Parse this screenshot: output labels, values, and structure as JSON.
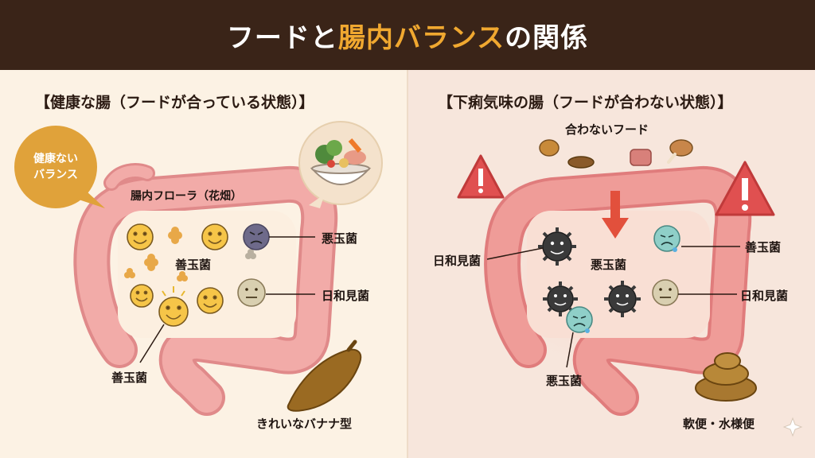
{
  "header": {
    "title_part1": "フードと",
    "title_accent": "腸内バランス",
    "title_part2": "の関係"
  },
  "left": {
    "title": "【健康な腸（フードが合っている状態）】",
    "bubble_line1": "健康ない",
    "bubble_line2": "バランス",
    "flora_label": "腸内フローラ（花畑）",
    "label_bad": "悪玉菌",
    "label_good_center": "善玉菌",
    "label_neutral": "日和見菌",
    "label_good_bottom": "善玉菌",
    "stool_label": "きれいなバナナ型"
  },
  "right": {
    "title": "【下痢気味の腸（フードが合わない状態）】",
    "food_label": "合わないフード",
    "label_neutral_left": "日和見菌",
    "label_bad_center": "悪玉菌",
    "label_good": "善玉菌",
    "label_neutral_right": "日和見菌",
    "label_bad_bottom": "悪玉菌",
    "stool_label": "軟便・水様便"
  },
  "colors": {
    "header_bg": "#3a2418",
    "accent": "#f0a830",
    "intestine": "#f2a7a5",
    "warning": "#e05050",
    "good_face": "#f6c548",
    "bad_germ": "#3a3a3a",
    "sad_face": "#8fcfc8",
    "neutral_face": "#d9cfb0"
  }
}
